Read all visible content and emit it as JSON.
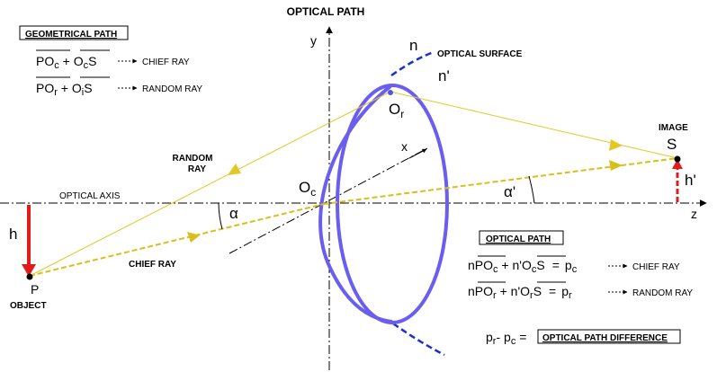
{
  "title": "OPTICAL PATH",
  "axes": {
    "y": "y",
    "z": "z",
    "x": "x",
    "optical_axis": "OPTICAL AXIS"
  },
  "labels": {
    "object": "OBJECT",
    "P": "P",
    "h": "h",
    "image": "IMAGE",
    "S": "S",
    "h_prime": "h'",
    "Oc": "O",
    "Oc_sub": "c",
    "Or": "O",
    "Or_sub": "r",
    "alpha": "α",
    "alpha_prime": "α'",
    "random_ray": [
      "RANDOM",
      "RAY"
    ],
    "chief_ray": "CHIEF RAY",
    "n": "n",
    "n_prime": "n'",
    "optical_surface": "OPTICAL SURFACE"
  },
  "geometrical_path": {
    "heading": "GEOMETRICAL PATH",
    "rows": [
      {
        "a": "PO",
        "a_sub": "c",
        "b": "O",
        "b_sub": "c",
        "b_tail": "S",
        "label": "CHIEF RAY"
      },
      {
        "a": "PO",
        "a_sub": "r",
        "b": "O",
        "b_sub": "i",
        "b_tail": "S",
        "label": "RANDOM RAY"
      }
    ]
  },
  "optical_path": {
    "heading": "OPTICAL PATH",
    "rows": [
      {
        "n": "n",
        "a": "PO",
        "a_sub": "c",
        "n2": "n'",
        "b": "O",
        "b_sub": "c",
        "b_tail": "S",
        "p": "p",
        "p_sub": "c",
        "label": "CHIEF RAY"
      },
      {
        "n": "n",
        "a": "PO",
        "a_sub": "r",
        "n2": "n'",
        "b": "O",
        "b_sub": "r",
        "b_tail": "S",
        "p": "p",
        "p_sub": "r",
        "label": "RANDOM RAY"
      }
    ]
  },
  "difference": {
    "p1": "p",
    "p1_sub": "r",
    "p2": "p",
    "p2_sub": "c",
    "label": "OPTICAL PATH DIFFERENCE"
  },
  "colors": {
    "lens": "#6a5ef0",
    "surface": "#1c2fd0",
    "ray": "#e3c824",
    "chief": "#d9bf1c",
    "arrow": "#e01b1b"
  }
}
